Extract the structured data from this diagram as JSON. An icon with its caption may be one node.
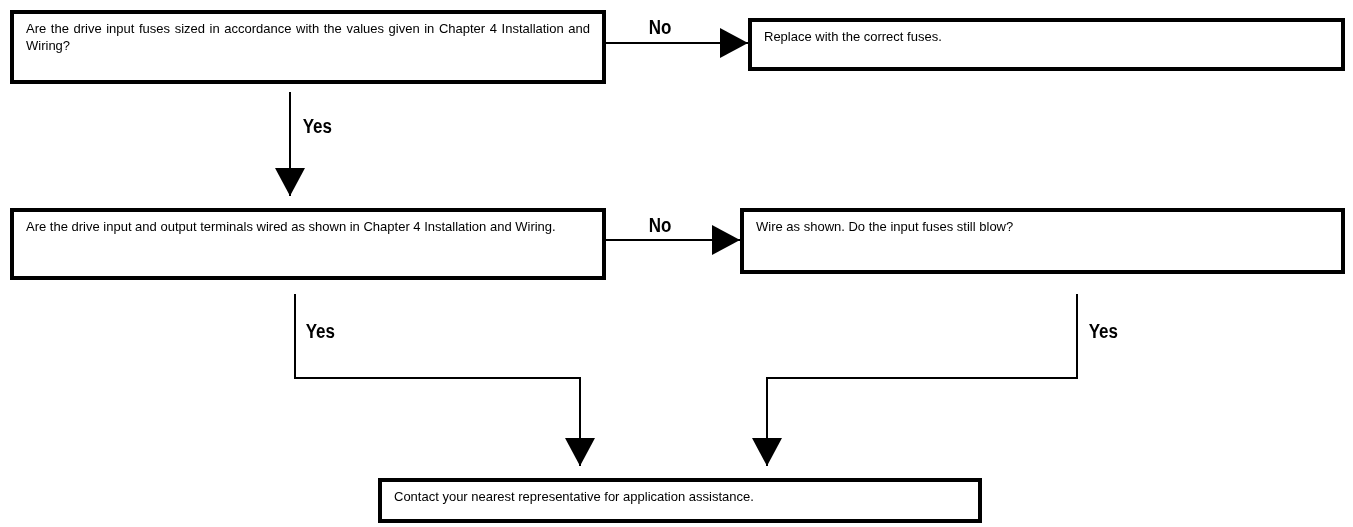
{
  "diagram": {
    "nodes": [
      {
        "text": [
          "Are the drive input fuses sized in accordance with the values given in Chapter 4 Installation and Wiring?"
        ]
      },
      {
        "text": [
          "Replace with the correct fuses."
        ]
      },
      {
        "text": [
          "Are the drive input and output terminals wired as shown in Chapter 4 Installation and Wiring."
        ]
      },
      {
        "text": [
          "Wire as shown. Do the input fuses still blow?"
        ]
      },
      {
        "text": [
          "Contact your nearest representative for application assistance."
        ]
      }
    ],
    "edges": [
      {
        "from": 0,
        "to": 1,
        "arrow": "to",
        "label": "No"
      },
      {
        "from": 0,
        "to": 2,
        "arrow": "to",
        "label": "Yes"
      },
      {
        "from": 2,
        "to": 3,
        "arrow": "to",
        "label": "No"
      },
      {
        "from": 2,
        "to": 4,
        "arrow": "to",
        "label": "Yes"
      },
      {
        "from": 3,
        "to": 4,
        "arrow": "to",
        "label": "Yes"
      }
    ]
  }
}
